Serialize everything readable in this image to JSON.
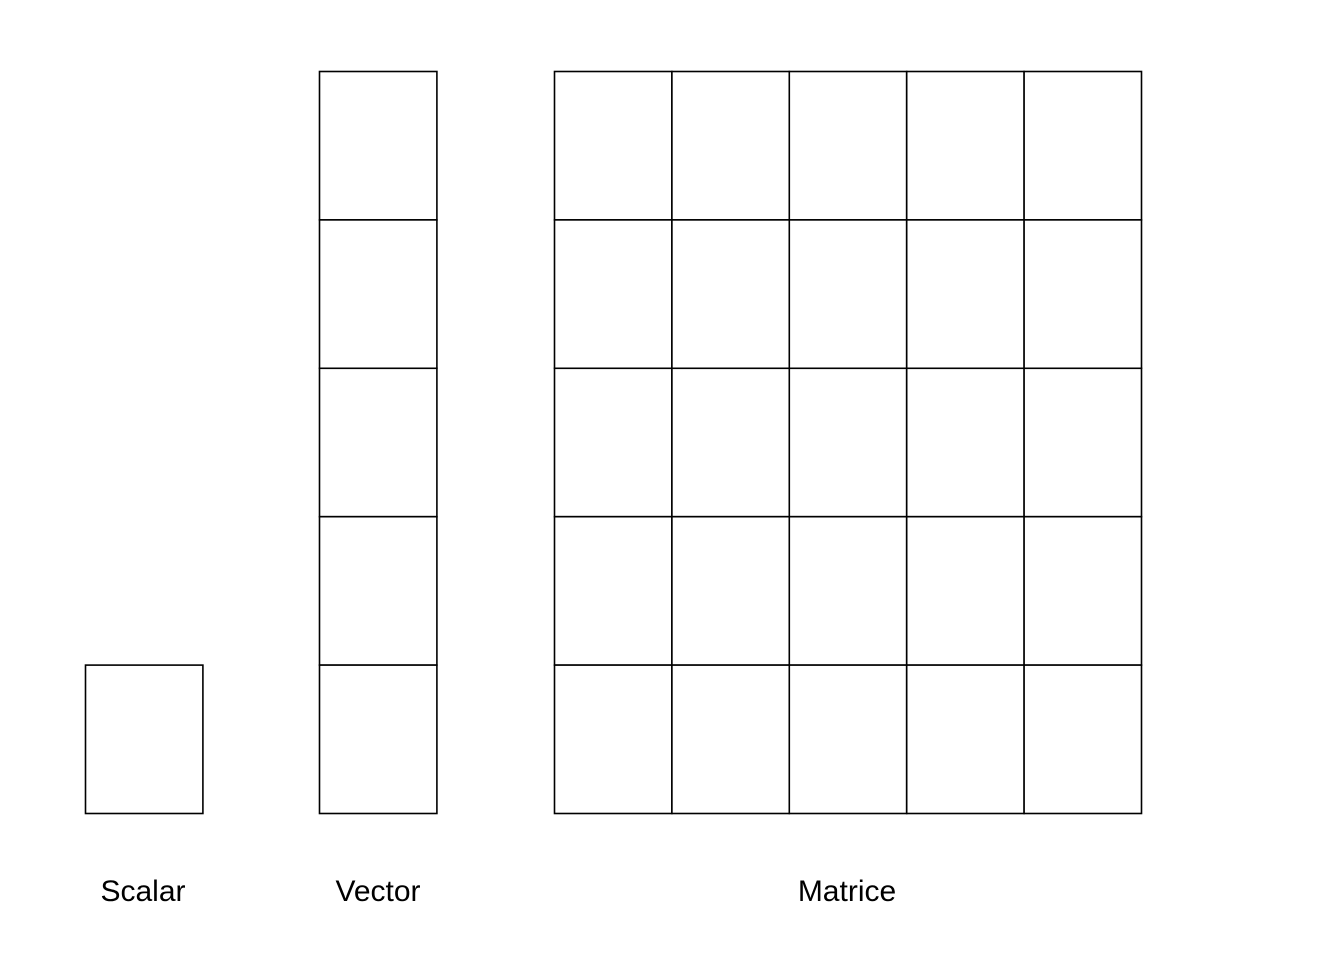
{
  "labels": {
    "scalar": "Scalar",
    "vector": "Vector",
    "matrix": "Matrice"
  },
  "structure": {
    "scalar": {
      "rows": 1,
      "cols": 1
    },
    "vector": {
      "rows": 5,
      "cols": 1
    },
    "matrix": {
      "rows": 5,
      "cols": 5
    }
  },
  "colors": {
    "stroke": "#000000",
    "background": "#ffffff"
  }
}
